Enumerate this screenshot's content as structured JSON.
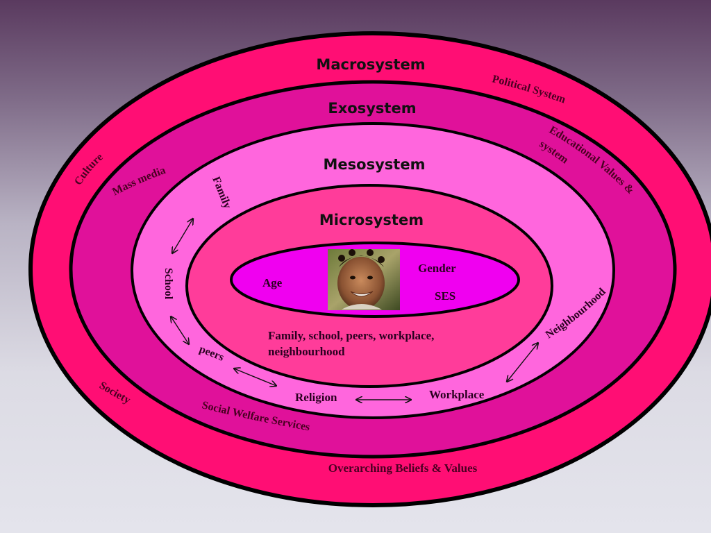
{
  "rings": {
    "macro": {
      "title": "Macrosystem",
      "color": "#ff0e74"
    },
    "exo": {
      "title": "Exosystem",
      "color": "#e0119a"
    },
    "meso": {
      "title": "Mesosystem",
      "color": "#ff66dd"
    },
    "micro": {
      "title": "Microsystem",
      "color": "#ff3c9a"
    },
    "core": {
      "color": "#f000f0"
    }
  },
  "core": {
    "age": "Age",
    "gender": "Gender",
    "ses": "SES"
  },
  "micro_caption": {
    "line1": "Family, school, peers, workplace,",
    "line2": "neighbourhood"
  },
  "meso_labels": {
    "family": "Family",
    "school": "School",
    "peers": "peers",
    "religion": "Religion",
    "workplace": "Workplace",
    "neighbourhood": "Neighbourhood"
  },
  "exo_labels": {
    "mass_media": "Mass media",
    "educational_line1": "Educational Values &",
    "educational_line2": "system",
    "social_welfare": "Social Welfare Services"
  },
  "macro_labels": {
    "political": "Political System",
    "culture": "Culture",
    "society": "Society",
    "beliefs": "Overarching Beliefs & Values"
  }
}
